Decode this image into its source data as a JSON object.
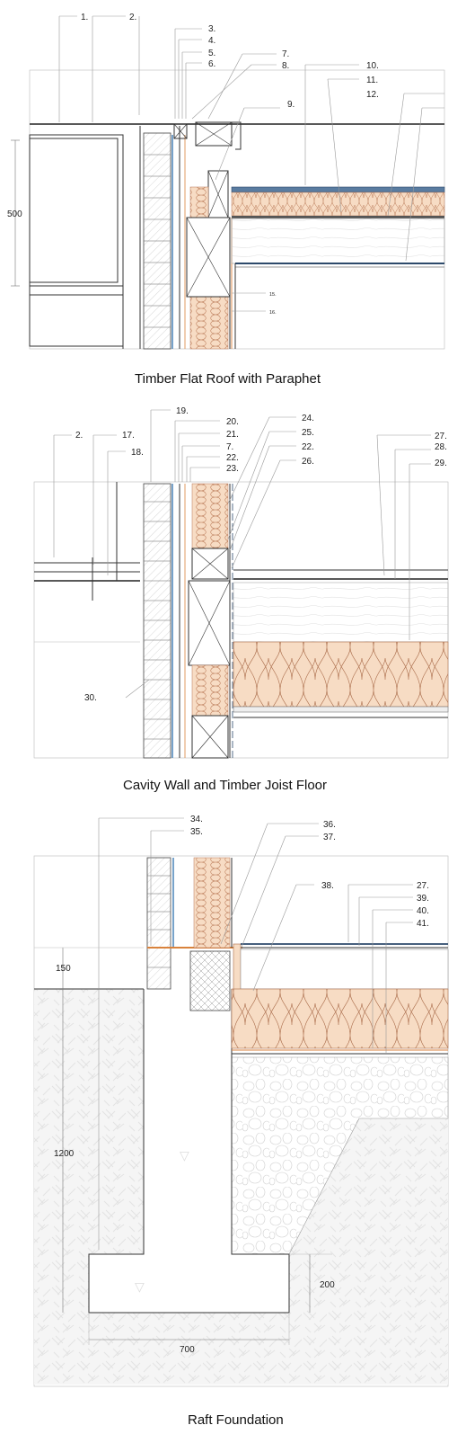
{
  "sections": [
    {
      "title": "Timber Flat Roof with Paraphet",
      "labels": [
        "1.",
        "2.",
        "3.",
        "4.",
        "5.",
        "6.",
        "7.",
        "8.",
        "9.",
        "10.",
        "11.",
        "12.",
        "15.",
        "16."
      ],
      "dimension": "500"
    },
    {
      "title": "Cavity Wall and Timber Joist Floor",
      "labels": [
        "2.",
        "17.",
        "18.",
        "19.",
        "20.",
        "21.",
        "7.",
        "22.",
        "23.",
        "24.",
        "25.",
        "22.",
        "26.",
        "27.",
        "28.",
        "29.",
        "30."
      ]
    },
    {
      "title": "Raft Foundation",
      "labels": [
        "34.",
        "35.",
        "36.",
        "37.",
        "38.",
        "27.",
        "39.",
        "40.",
        "41."
      ],
      "dimensions": [
        "150",
        "1200",
        "200",
        "700"
      ]
    }
  ],
  "colors": {
    "insulation_fill": "#f7dcc4",
    "insulation_line": "#c07a55",
    "membrane_blue": "#4a84b8",
    "membrane_dark": "#2d4a6b",
    "orange_line": "#d9823c",
    "ground_grey": "#f2f2f2"
  }
}
